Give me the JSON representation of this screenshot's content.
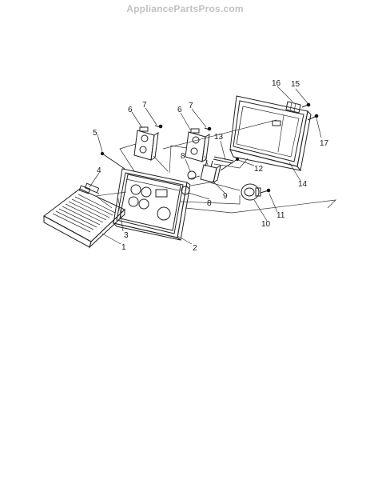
{
  "watermark": "AppliancePartsPros.com",
  "callouts": [
    "1",
    "2",
    "3",
    "4",
    "5",
    "6",
    "7",
    "6",
    "7",
    "8",
    "8",
    "9",
    "10",
    "11",
    "12",
    "13",
    "14",
    "15",
    "16",
    "17"
  ],
  "colors": {
    "line": "#222222",
    "watermark": "#c2c2c2",
    "background": "#ffffff"
  }
}
